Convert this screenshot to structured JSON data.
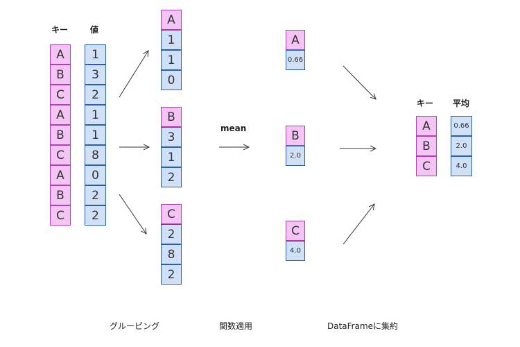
{
  "input": {
    "key_header": "キー",
    "value_header": "値",
    "keys": [
      "A",
      "B",
      "C",
      "A",
      "B",
      "C",
      "A",
      "B",
      "C"
    ],
    "values": [
      "1",
      "3",
      "2",
      "1",
      "1",
      "8",
      "0",
      "2",
      "2"
    ]
  },
  "groups": [
    {
      "key": "A",
      "values": [
        "1",
        "1",
        "0"
      ]
    },
    {
      "key": "B",
      "values": [
        "3",
        "1",
        "2"
      ]
    },
    {
      "key": "C",
      "values": [
        "2",
        "8",
        "2"
      ]
    }
  ],
  "apply_label": "mean",
  "means": [
    {
      "key": "A",
      "value": "0.66"
    },
    {
      "key": "B",
      "value": "2.0"
    },
    {
      "key": "C",
      "value": "4.0"
    }
  ],
  "result": {
    "key_header": "キー",
    "value_header": "平均",
    "keys": [
      "A",
      "B",
      "C"
    ],
    "values": [
      "0.66",
      "2.0",
      "4.0"
    ]
  },
  "captions": {
    "grouping": "グルーピング",
    "apply": "関数適用",
    "combine": "DataFrameに集約"
  },
  "colors": {
    "key_fill": "#f4c4f4",
    "key_border": "#b040b0",
    "value_fill": "#cfe0f7",
    "value_border": "#2b5fa8"
  }
}
